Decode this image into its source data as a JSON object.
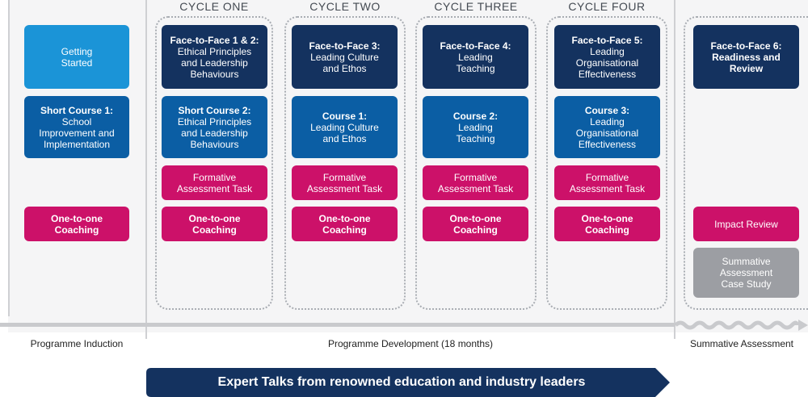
{
  "cycles": [
    "CYCLE ONE",
    "CYCLE TWO",
    "CYCLE THREE",
    "CYCLE FOUR"
  ],
  "induction": {
    "getting_started": "Getting\nStarted",
    "short_course_1_title": "Short Course 1:",
    "short_course_1_body": "School\nImprovement and\nImplementation",
    "coaching": "One-to-one\nCoaching"
  },
  "cycle_one": {
    "f2f_title": "Face-to-Face 1 & 2:",
    "f2f_body": "Ethical Principles\nand Leadership\nBehaviours",
    "course_title": "Short Course 2:",
    "course_body": "Ethical Principles\nand Leadership\nBehaviours",
    "task": "Formative\nAssessment Task",
    "coaching": "One-to-one\nCoaching"
  },
  "cycle_two": {
    "f2f_title": "Face-to-Face 3:",
    "f2f_body": "Leading Culture\nand Ethos",
    "course_title": "Course 1:",
    "course_body": "Leading Culture\nand Ethos",
    "task": "Formative\nAssessment Task",
    "coaching": "One-to-one\nCoaching"
  },
  "cycle_three": {
    "f2f_title": "Face-to-Face 4:",
    "f2f_body": "Leading\nTeaching",
    "course_title": "Course 2:",
    "course_body": "Leading\nTeaching",
    "task": "Formative\nAssessment Task",
    "coaching": "One-to-one\nCoaching"
  },
  "cycle_four": {
    "f2f_title": "Face-to-Face 5:",
    "f2f_body": "Leading\nOrganisational\nEffectiveness",
    "course_title": "Course 3:",
    "course_body": "Leading\nOrganisational\nEffectiveness",
    "task": "Formative\nAssessment Task",
    "coaching": "One-to-one\nCoaching"
  },
  "summative": {
    "f2f_title": "Face-to-Face 6:",
    "f2f_body": "Readiness and\nReview",
    "impact": "Impact Review",
    "case_study": "Summative\nAssessment\nCase Study"
  },
  "phases": {
    "induction": "Programme Induction",
    "development": "Programme Development (18 months)",
    "summative": "Summative Assessment"
  },
  "banner": "Expert Talks from renowned education and industry leaders",
  "colors": {
    "light_blue": "#1b94d7",
    "mid_blue": "#0b5ea4",
    "dark_navy": "#14325f",
    "pink": "#cc1169",
    "grey": "#9c9ea3"
  }
}
